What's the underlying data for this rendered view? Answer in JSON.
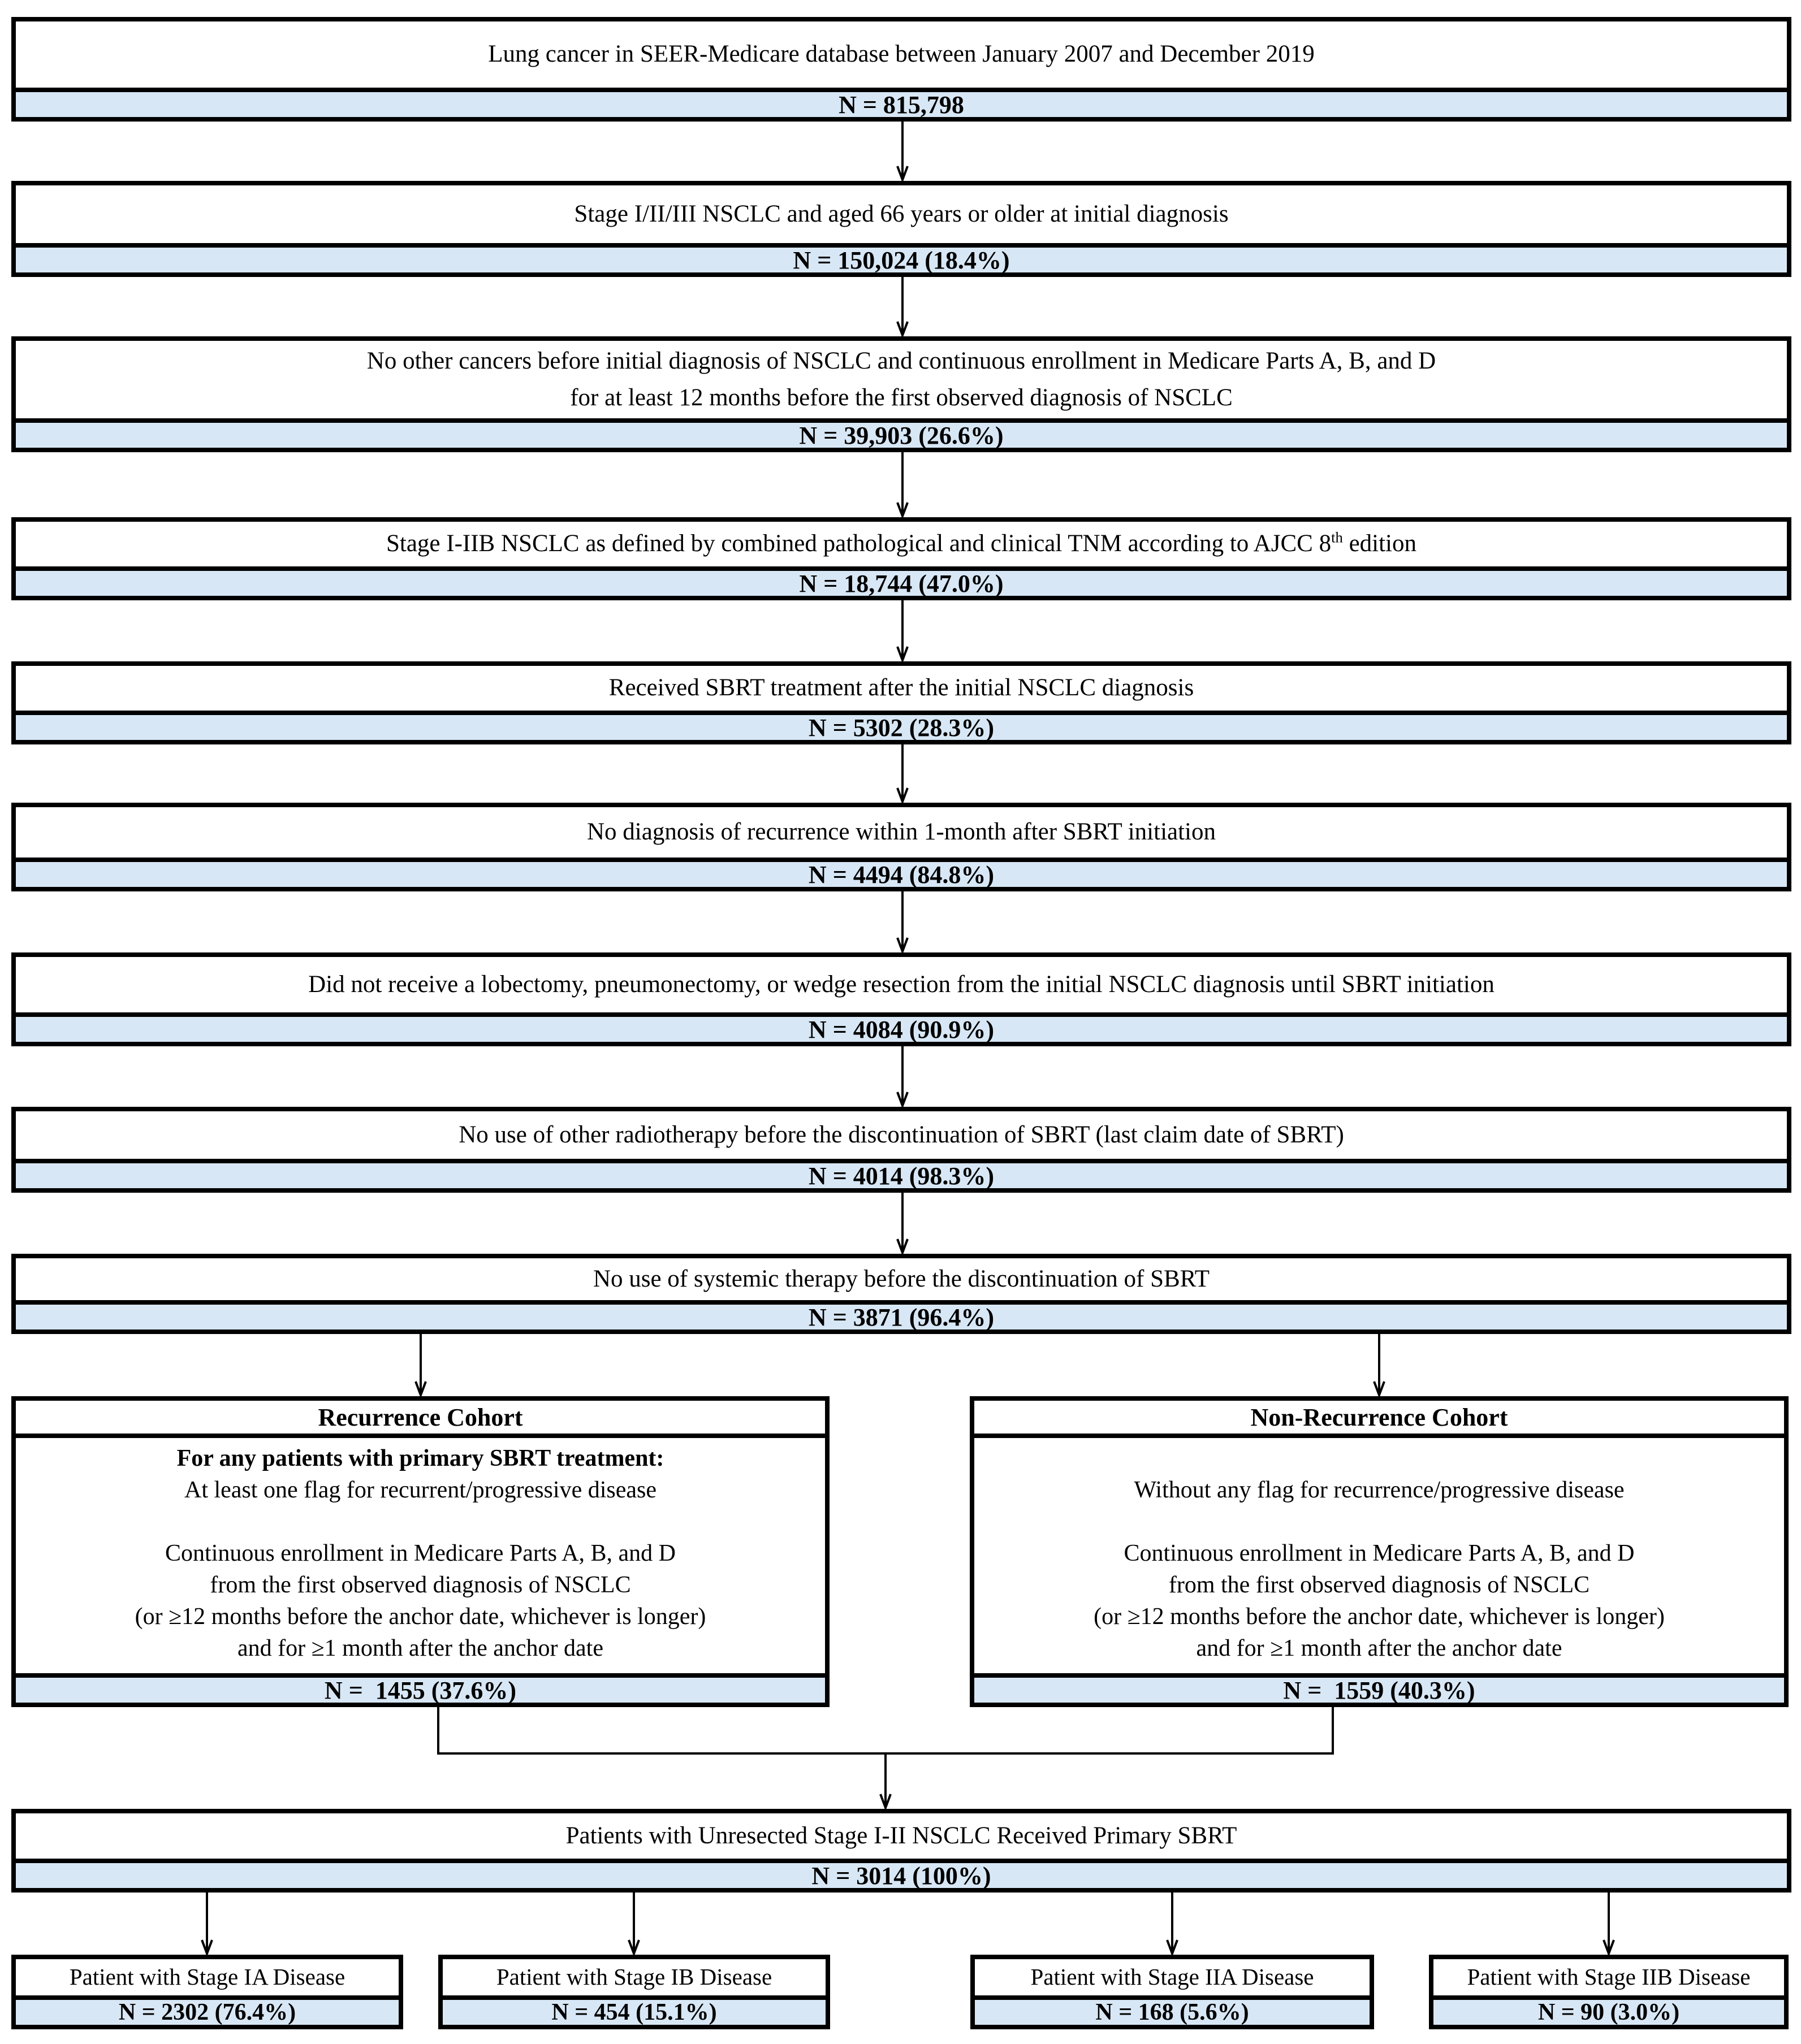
{
  "figure": {
    "type": "patient-selection-flowchart",
    "colors": {
      "n_bar_bg": "#d8e7f5",
      "border": "#000000",
      "background": "#ffffff"
    },
    "steps": [
      {
        "text": "Lung cancer in SEER-Medicare database between January 2007 and December 2019",
        "n": "N = 815,798"
      },
      {
        "text": "Stage I/II/III NSCLC and aged 66 years or older at initial diagnosis",
        "n": "N = 150,024 (18.4%)"
      },
      {
        "text_line1": "No other cancers before initial diagnosis of NSCLC and continuous enrollment in Medicare Parts A, B, and D",
        "text_line2": "for at least 12 months before the first observed diagnosis of NSCLC",
        "n": "N = 39,903 (26.6%)"
      },
      {
        "text_pre": "Stage I-IIB NSCLC as defined by combined pathological and clinical TNM according to AJCC 8",
        "sup": "th",
        "text_post": " edition",
        "n": "N = 18,744 (47.0%)"
      },
      {
        "text": "Received SBRT treatment after the initial NSCLC diagnosis",
        "n": "N = 5302 (28.3%)"
      },
      {
        "text": "No diagnosis of recurrence within 1-month after SBRT initiation",
        "n": "N = 4494 (84.8%)"
      },
      {
        "text": "Did not receive a lobectomy, pneumonectomy, or wedge resection from the initial NSCLC diagnosis until SBRT initiation",
        "n": "N = 4084 (90.9%)"
      },
      {
        "text": "No use of other radiotherapy before the discontinuation of SBRT (last claim date of SBRT)",
        "n": "N = 4014 (98.3%)"
      },
      {
        "text": "No use of systemic therapy before the discontinuation of SBRT",
        "n": "N = 3871 (96.4%)"
      }
    ],
    "cohorts": {
      "left": {
        "title": "Recurrence Cohort",
        "bold_line": "For any patients with primary SBRT treatment:",
        "line2": "At least one flag for recurrent/progressive disease",
        "enroll1": "Continuous enrollment in Medicare Parts A, B, and D",
        "enroll2": "from the first observed diagnosis of NSCLC",
        "enroll3": "(or ≥12 months before the anchor date, whichever is longer)",
        "enroll4": "and for ≥1 month after the anchor date",
        "n": "N =  1455 (37.6%)"
      },
      "right": {
        "title": "Non-Recurrence Cohort",
        "line2": "Without any flag for recurrence/progressive disease",
        "enroll1": "Continuous enrollment in Medicare Parts A, B, and D",
        "enroll2": "from the first observed diagnosis of NSCLC",
        "enroll3": "(or ≥12 months before the anchor date, whichever is longer)",
        "enroll4": "and for ≥1 month after the anchor date",
        "n": "N =  1559 (40.3%)"
      }
    },
    "merged": {
      "text": "Patients with Unresected Stage I-II NSCLC Received Primary SBRT",
      "n": "N = 3014 (100%)"
    },
    "stages": [
      {
        "text": "Patient with Stage IA Disease",
        "n": "N = 2302 (76.4%)"
      },
      {
        "text": "Patient with Stage IB Disease",
        "n": "N = 454 (15.1%)"
      },
      {
        "text": "Patient with Stage IIA Disease",
        "n": "N = 168 (5.6%)"
      },
      {
        "text": "Patient with Stage IIB Disease",
        "n": "N = 90 (3.0%)"
      }
    ]
  }
}
